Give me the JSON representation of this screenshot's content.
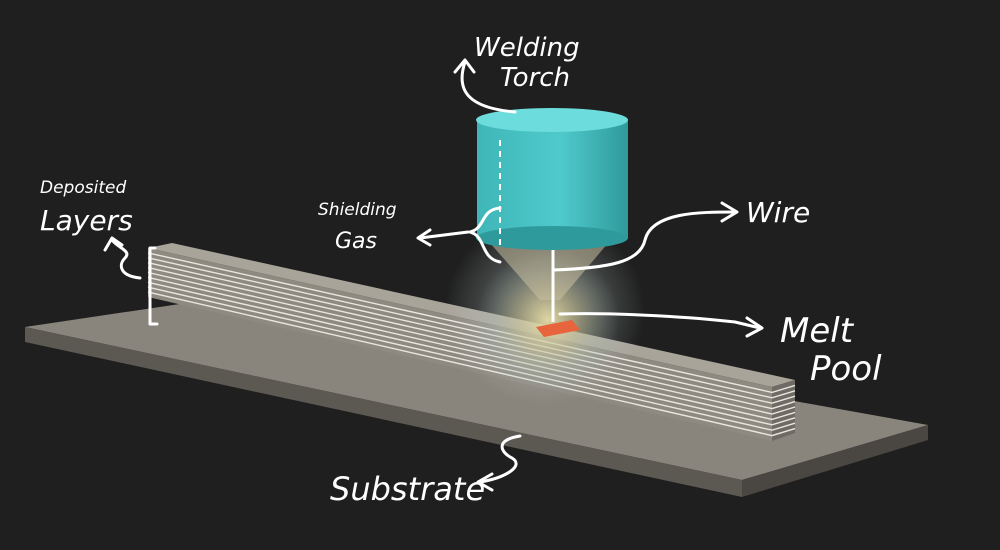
{
  "labels": {
    "welding_torch": [
      "Welding",
      "Torch"
    ],
    "wire": "Wire",
    "shielding_gas": [
      "Shielding",
      "Gas"
    ],
    "deposited_layers": [
      "Deposited",
      "Layers"
    ],
    "melt_pool": [
      "Melt",
      "Pool"
    ],
    "substrate": "Substrate"
  },
  "colors": {
    "background": "#1f1f1f",
    "torch": "#4cc6c8",
    "substrate": "#8a857c",
    "layers": "#9a958c",
    "melt_pool": "#e8643c",
    "annotation": "#ffffff"
  }
}
